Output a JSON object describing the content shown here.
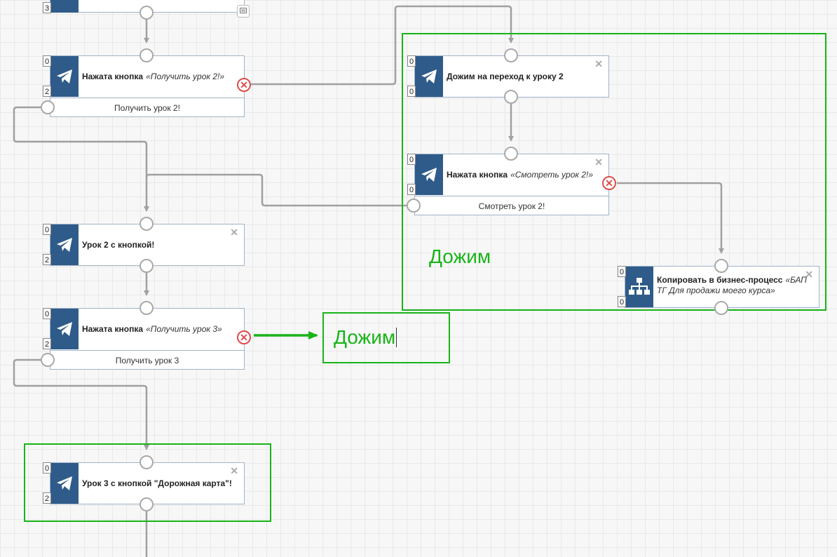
{
  "canvas": {
    "top_node": {
      "count": "3"
    },
    "node_get_lesson2": {
      "title": "Нажата кнопка",
      "quote": "«Получить урок 2!»",
      "button": "Получить урок 2!",
      "count_in": "0",
      "count_out": "2"
    },
    "node_lesson2_with_button": {
      "title": "Урок 2 с кнопкой!",
      "count_in": "0",
      "count_out": "2"
    },
    "node_get_lesson3": {
      "title": "Нажата кнопка",
      "quote": "«Получить урок 3»",
      "button": "Получить урок 3",
      "count_in": "0",
      "count_out": "2"
    },
    "node_lesson3_roadmap": {
      "title": "Урок 3 с кнопкой \"Дорожная карта\"!",
      "count_in": "0",
      "count_out": "2"
    },
    "node_push_to_lesson2": {
      "title": "Дожим на переход к уроку 2",
      "count_in": "0",
      "count_out": "0"
    },
    "node_watch_lesson2": {
      "title": "Нажата кнопка",
      "quote": "«Смотреть урок 2!»",
      "button": "Смотреть урок 2!",
      "count_in": "0",
      "count_out": "0"
    },
    "node_copy_bp": {
      "title": "Копировать в бизнес-процесс",
      "quote": "«БАП ТГ Для продажи моего курса»",
      "count_in": "0",
      "count_out": "0"
    },
    "group_label": "Дожим",
    "text_box_value": "Дожим",
    "colors": {
      "accent_green": "#18b418",
      "icon_blue": "#2f5b8a",
      "error_red": "#e04b4b",
      "wire_gray": "#a0a0a0"
    },
    "icons": {
      "telegram": "telegram-icon",
      "hierarchy": "hierarchy-icon",
      "close": "close-icon",
      "comment": "comment-icon"
    }
  }
}
